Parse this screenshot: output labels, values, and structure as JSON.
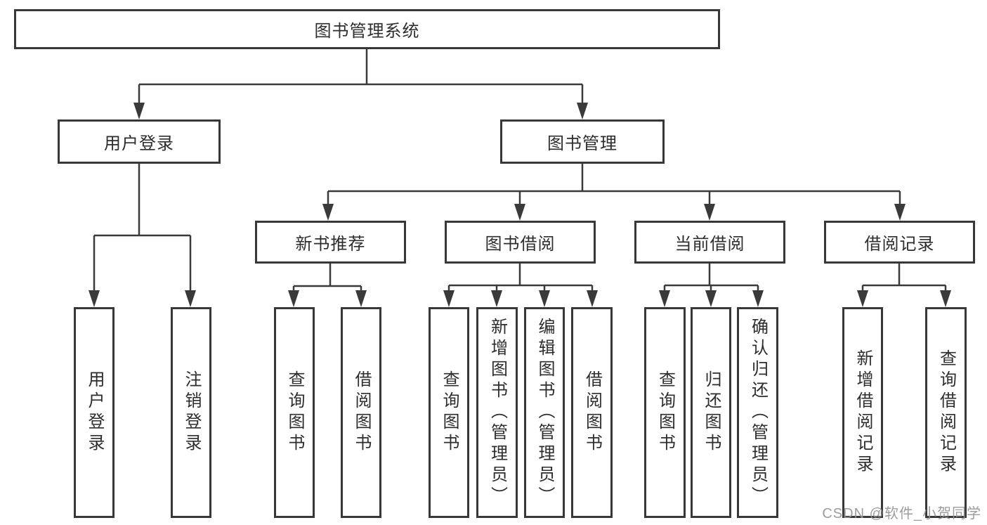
{
  "nodes": {
    "root": "图书管理系统",
    "user_login": "用户登录",
    "book_mgmt": "图书管理",
    "new_book_rec": "新书推荐",
    "book_borrow": "图书借阅",
    "current_borrow": "当前借阅",
    "borrow_records": "借阅记录",
    "login_leaf": "用户登录",
    "logout_leaf": "注销登录",
    "rec_query_book": "查询图书",
    "rec_borrow_book": "借阅图书",
    "bb_query_book": "查询图书",
    "bb_add_book": "新增图书（管理员）",
    "bb_edit_book": "编辑图书（管理员）",
    "bb_borrow_book": "借阅图书",
    "cb_query_book": "查询图书",
    "cb_return_book": "归还图书",
    "cb_confirm_return": "确认归还（管理员）",
    "br_add_record": "新增借阅记录",
    "br_query_record": "查询借阅记录"
  },
  "watermark": "CSDN @软件_小贺同学",
  "colors": {
    "line": "#3a3a3a",
    "border": "#383838",
    "text": "#2d2d2d",
    "watermark": "#949494",
    "background": "#ffffff"
  }
}
